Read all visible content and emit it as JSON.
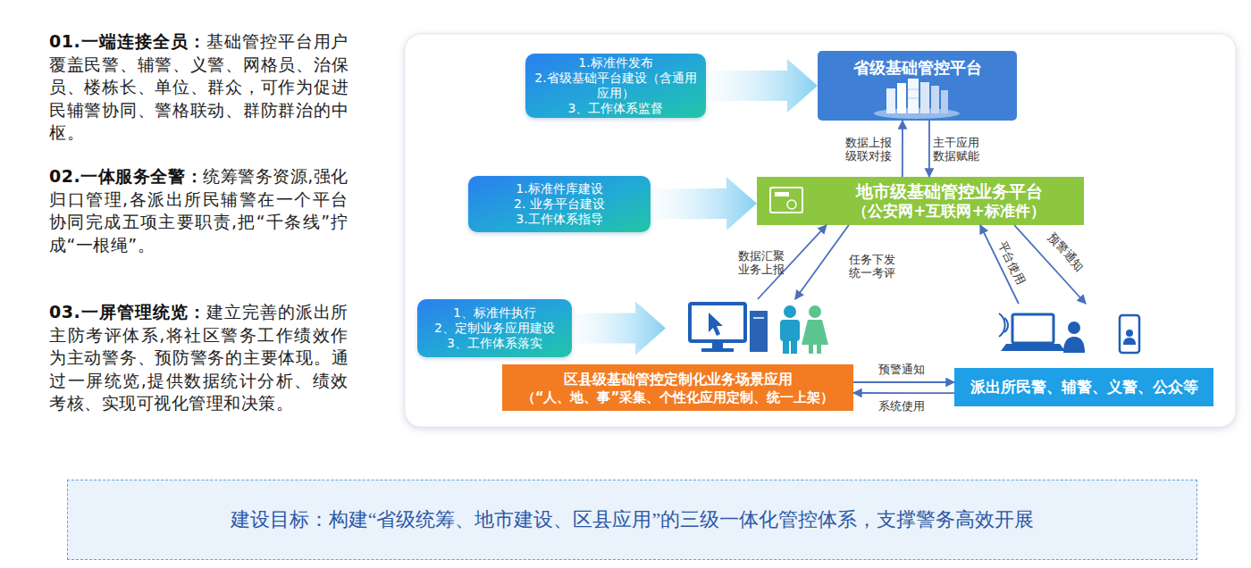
{
  "diagram": {
    "nodes": [
      {
        "text": [
          "1.标准件发布",
          "2.省级基础平台建设（含通用应用）",
          "3、工作体系监督"
        ]
      },
      {
        "text": [
          "省级基础管控平台"
        ]
      },
      {
        "text": [
          "1.标准件库建设",
          "2. 业务平台建设",
          "3.工作体系指导"
        ]
      },
      {
        "text": [
          "地市级基础管控业务平台",
          "（公安网+互联网+标准件）"
        ]
      },
      {
        "text": [
          "1、标准件执行",
          "2、定制业务应用建设",
          "3、工作体系落实"
        ]
      },
      {
        "text": [
          "区县级基础管控定制化业务场景应用",
          "（“人、地、事”采集、个性化应用定制、统一上架）"
        ]
      },
      {
        "text": [
          "派出所民警、辅警、义警、公众等"
        ]
      },
      {
        "text": [
          "建设目标：构建“省级统筹、地市建设、区县应用”的三级一体化管控体系，支撑警务高效开展"
        ]
      }
    ],
    "edges": [
      {
        "from": 0,
        "to": 1,
        "arrow": "to"
      },
      {
        "from": 2,
        "to": 3,
        "arrow": "to"
      },
      {
        "from": 4,
        "to": 5,
        "arrow": "to"
      },
      {
        "from": 3,
        "to": 1,
        "arrow": "to",
        "label": "数据上报 级联对接"
      },
      {
        "from": 1,
        "to": 3,
        "arrow": "to",
        "label": "主干应用 数据赋能"
      },
      {
        "from": 5,
        "to": 3,
        "arrow": "to",
        "label": "数据汇聚 业务上报"
      },
      {
        "from": 3,
        "to": 5,
        "arrow": "to",
        "label": "任务下发 统一考评"
      },
      {
        "from": 6,
        "to": 3,
        "arrow": "to",
        "label": "平台使用"
      },
      {
        "from": 3,
        "to": 6,
        "arrow": "to",
        "label": "预警通知"
      },
      {
        "from": 5,
        "to": 6,
        "arrow": "to",
        "label": "预警通知"
      },
      {
        "from": 6,
        "to": 5,
        "arrow": "to",
        "label": "系统使用"
      }
    ],
    "labels": [
      "01.一端连接全员：",
      "基础管控平台用户覆盖民警、辅警、义警、网格员、治保员、楼栋长、单位、群众，可作为促进民辅警协同、警格联动、群防群治的中枢。",
      "02.一体服务全警：",
      "统筹警务资源,强化归口管理,各派出所民辅警在一个平台协同完成五项主要职责,把“千条线”拧成“一根绳”。",
      "03.一屏管理统览：",
      "建立完善的派出所主防考评体系,将社区警务工作绩效作为主动警务、预防警务的主要体现。通过一屏统览,提供数据统计分析、绩效考核、实现可视化管理和决策。"
    ]
  }
}
